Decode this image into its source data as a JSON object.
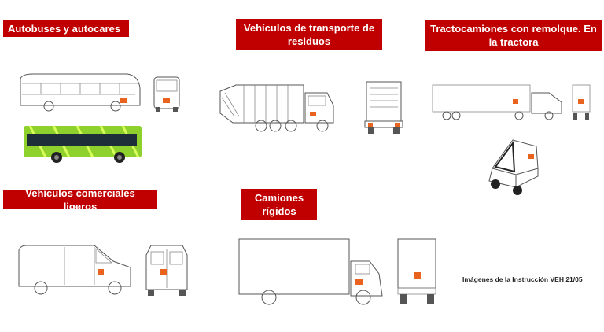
{
  "labels": {
    "buses": "Autobuses y autocares",
    "waste": "Vehículos de transporte de residuos",
    "tractor": "Tractocamiones con remolque. En la tractora",
    "light": "Vehículos comerciales ligeros",
    "rigid": "Camiones rígidos"
  },
  "caption": "Imágenes de la Instrucción VEH 21/05",
  "colors": {
    "label_bg": "#c00000",
    "plate": "#e8641e",
    "bus_green": "#8fd12c"
  }
}
